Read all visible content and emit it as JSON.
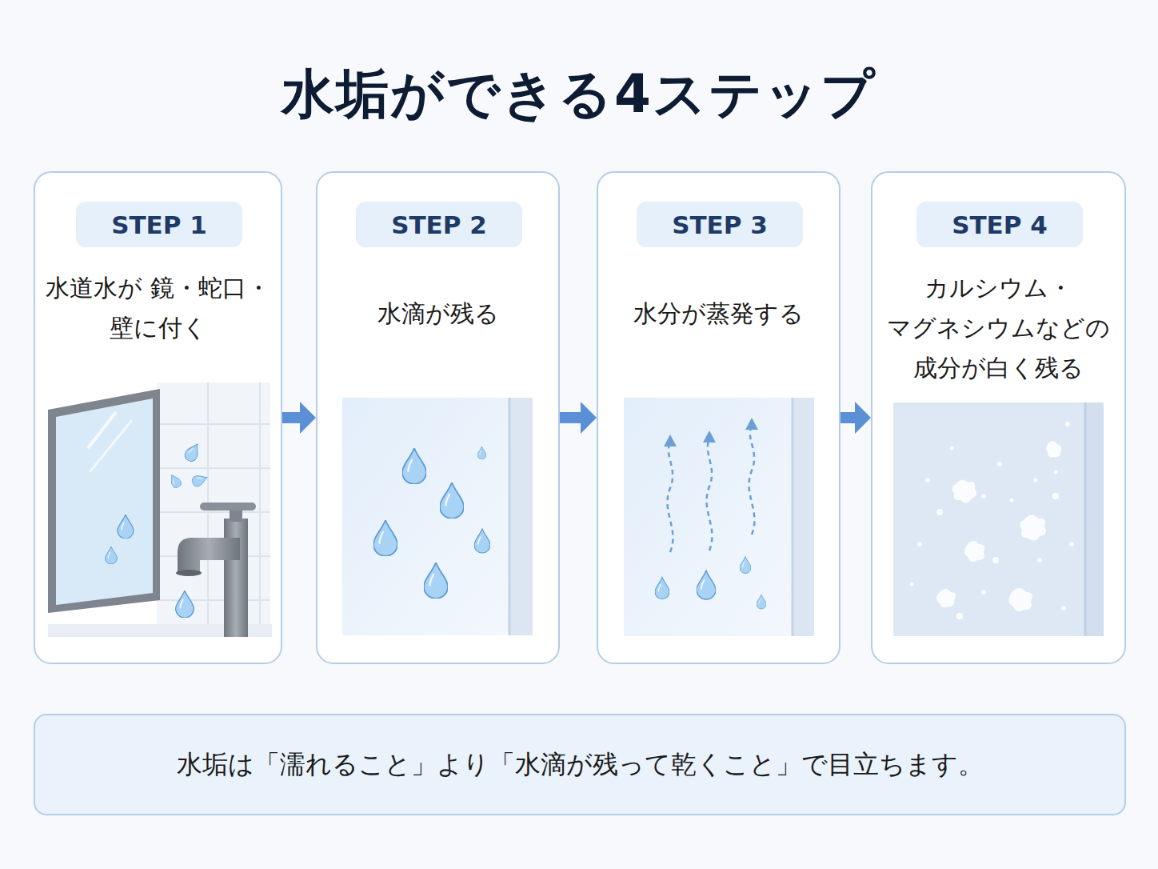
{
  "diagram": {
    "title": "水垢ができる4ステップ",
    "nodes": [
      {
        "text": [
          "水道水が 鏡・蛇口・壁に付く"
        ]
      },
      {
        "text": [
          "STEP 1"
        ],
        "in": 0
      },
      {
        "text": [
          "水滴が残る"
        ]
      },
      {
        "text": [
          "STEP 2"
        ],
        "in": 2
      },
      {
        "text": [
          "水分が蒸発する"
        ]
      },
      {
        "text": [
          "STEP 3"
        ],
        "in": 4
      },
      {
        "text": [
          "カルシウム・ マグネシウムなどの 成分が白く残る"
        ]
      },
      {
        "text": [
          "STEP 4"
        ],
        "in": 6
      },
      {
        "text": [
          "水垢は「濡れること」より「水滴が残って乾くこと」で目立ちます。"
        ]
      }
    ],
    "edges": [
      {
        "from": 0,
        "to": 2,
        "arrow": "to"
      },
      {
        "from": 2,
        "to": 4,
        "arrow": "to"
      },
      {
        "from": 4,
        "to": 6,
        "arrow": "to"
      }
    ]
  }
}
